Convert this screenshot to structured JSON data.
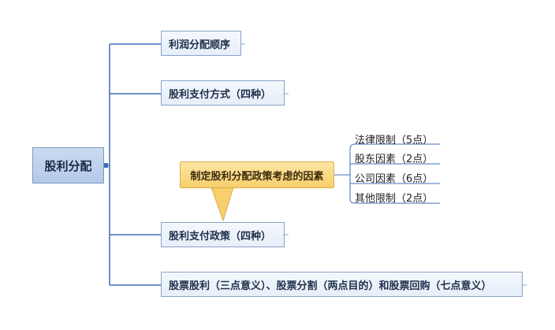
{
  "root": {
    "label": "股利分配"
  },
  "branches": [
    {
      "label": "利润分配顺序"
    },
    {
      "label": "股利支付方式（四种）"
    },
    {
      "label": "股利支付政策（四种）"
    },
    {
      "label": "股票股利（三点意义）、股票分割（两点目的）和股票回购（七点意义）"
    }
  ],
  "callout": {
    "label": "制定股利分配政策考虑的因素",
    "factors": [
      {
        "label": "法律限制（5点）"
      },
      {
        "label": "股东因素（2点）"
      },
      {
        "label": "公司因素（6点）"
      },
      {
        "label": "其他限制（2点）"
      }
    ]
  },
  "colors": {
    "connector": "#3f6fb8",
    "root_fill": "#b4c9e8",
    "node_fill": "#e6eef9",
    "callout_fill": "#f7cf6b",
    "callout_border": "#d9ad4f"
  }
}
